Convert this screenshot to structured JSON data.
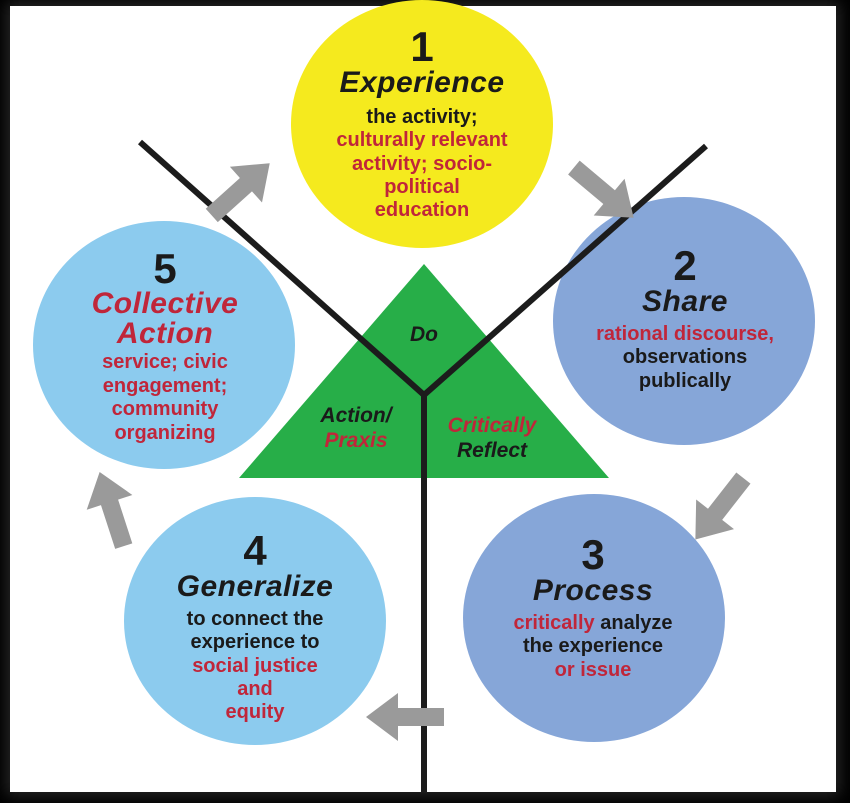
{
  "colors": {
    "frame": "#000000",
    "background": "#ffffff",
    "step1_fill": "#f5ea1e",
    "step2_fill": "#86a6d8",
    "step3_fill": "#86a6d8",
    "step4_fill": "#8ccbee",
    "step5_fill": "#8ccbee",
    "triangle_fill": "#27ae48",
    "arrow_fill": "#9a9a9a",
    "y_line": "#1c1c1c",
    "accent_red": "#c0263a"
  },
  "steps": [
    {
      "number": "1",
      "title": "Experience",
      "lines": [
        {
          "text": "the activity;",
          "color": "dark"
        },
        {
          "text": "culturally relevant",
          "color": "red"
        },
        {
          "text": "activity; socio-",
          "color": "red"
        },
        {
          "text": "political",
          "color": "red"
        },
        {
          "text": "education",
          "color": "red"
        }
      ]
    },
    {
      "number": "2",
      "title": "Share",
      "lines": [
        {
          "text": "rational discourse,",
          "color": "red"
        },
        {
          "text": "observations",
          "color": "dark"
        },
        {
          "text": "publically",
          "color": "dark"
        }
      ]
    },
    {
      "number": "3",
      "title": "Process",
      "lines": [
        {
          "text_red": "critically",
          "text_dark": " analyze"
        },
        {
          "text": "the experience",
          "color": "dark"
        },
        {
          "text": "or issue",
          "color": "red"
        }
      ]
    },
    {
      "number": "4",
      "title": "Generalize",
      "lines": [
        {
          "text": "to connect the",
          "color": "dark"
        },
        {
          "text": "experience to",
          "color": "dark"
        },
        {
          "text": "social justice",
          "color": "red"
        },
        {
          "text": "and",
          "color": "red"
        },
        {
          "text": "equity",
          "color": "red"
        }
      ]
    },
    {
      "number": "5",
      "title_line1": "Collective",
      "title_line2": "Action",
      "lines": [
        {
          "text": "service; civic",
          "color": "red"
        },
        {
          "text": "engagement;",
          "color": "red"
        },
        {
          "text": "community",
          "color": "red"
        },
        {
          "text": "organizing",
          "color": "red"
        }
      ]
    }
  ],
  "triangle": {
    "top_label": "Do",
    "left_label_line1": "Action/",
    "left_label_line2": "Praxis",
    "right_label_line1": "Critically",
    "right_label_line2": "Reflect"
  }
}
